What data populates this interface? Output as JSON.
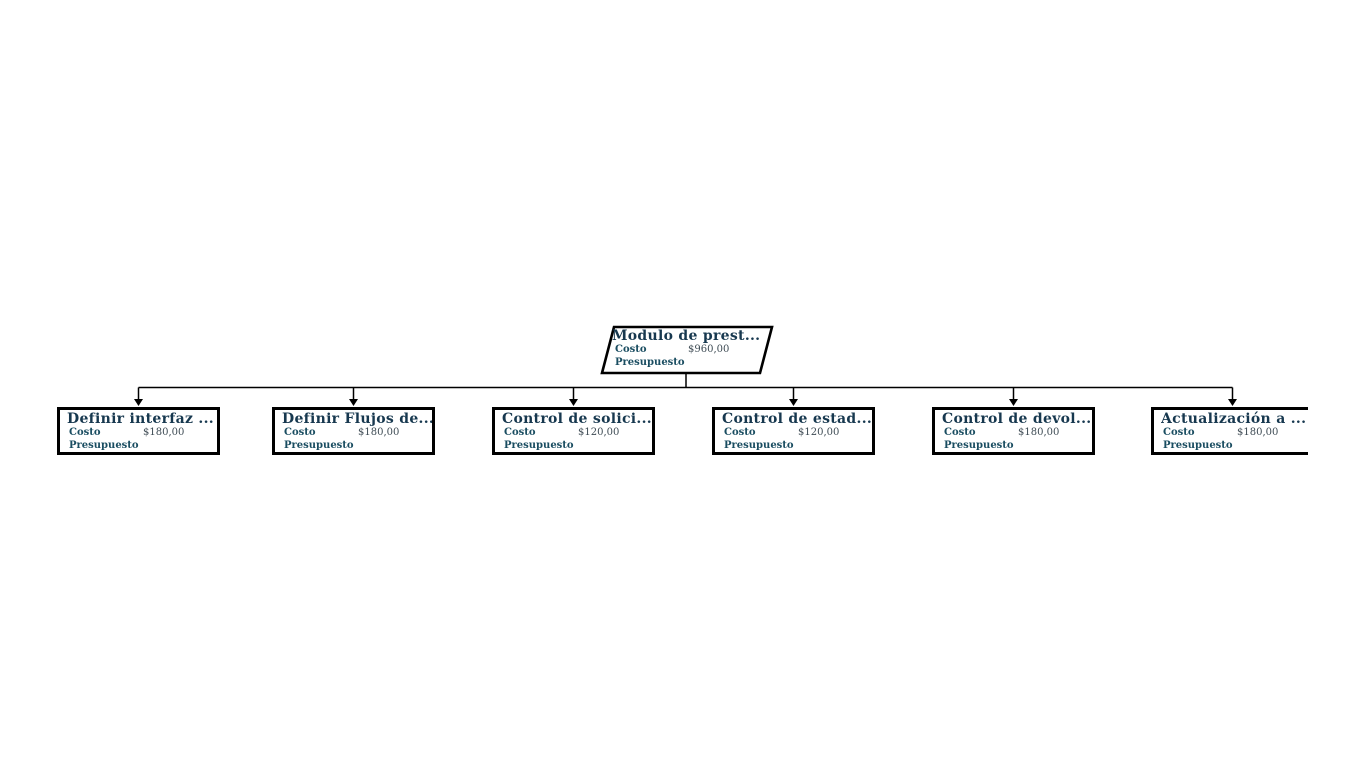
{
  "diagram": {
    "root": {
      "title": "Modulo de prest...",
      "cost_label": "Costo",
      "cost_value": "$960,00",
      "budget_label": "Presupuesto"
    },
    "children": [
      {
        "title": "Definir interfaz ...",
        "cost_label": "Costo",
        "cost_value": "$180,00",
        "budget_label": "Presupuesto"
      },
      {
        "title": "Definir Flujos de...",
        "cost_label": "Costo",
        "cost_value": "$180,00",
        "budget_label": "Presupuesto"
      },
      {
        "title": "Control de solici...",
        "cost_label": "Costo",
        "cost_value": "$120,00",
        "budget_label": "Presupuesto"
      },
      {
        "title": "Control de estad...",
        "cost_label": "Costo",
        "cost_value": "$120,00",
        "budget_label": "Presupuesto"
      },
      {
        "title": "Control de devol...",
        "cost_label": "Costo",
        "cost_value": "$180,00",
        "budget_label": "Presupuesto"
      },
      {
        "title": "Actualización a ...",
        "cost_label": "Costo",
        "cost_value": "$180,00",
        "budget_label": "Presupuesto"
      }
    ],
    "colors": {
      "title_text": "#17384f",
      "label_text": "#1a4d61",
      "value_text": "#3e4b54",
      "line": "#000000"
    }
  }
}
